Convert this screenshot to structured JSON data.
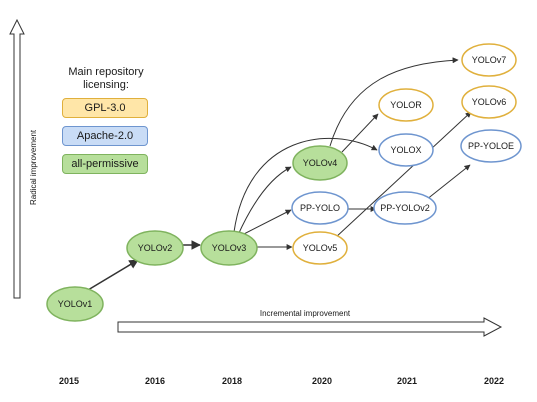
{
  "legend": {
    "title": "Main repository licensing:",
    "items": [
      {
        "label": "GPL-3.0",
        "fill": "#ffe6a8",
        "stroke": "#e0b03c"
      },
      {
        "label": "Apache-2.0",
        "fill": "#c9dcf6",
        "stroke": "#6e95cf"
      },
      {
        "label": "all-permissive",
        "fill": "#b7df9b",
        "stroke": "#7fb35e"
      }
    ]
  },
  "axes": {
    "vertical_label": "Radical improvement",
    "horizontal_label": "Incremental improvement"
  },
  "years": [
    "2015",
    "2016",
    "2018",
    "2020",
    "2021",
    "2022"
  ],
  "models": {
    "yolov1": "YOLOv1",
    "yolov2": "YOLOv2",
    "yolov3": "YOLOv3",
    "yolov4": "YOLOv4",
    "ppyolo": "PP-YOLO",
    "yolov5": "YOLOv5",
    "yolor": "YOLOR",
    "yolox": "YOLOX",
    "ppyolov2": "PP-YOLOv2",
    "yolov7": "YOLOv7",
    "yolov6": "YOLOv6",
    "ppyoloe": "PP-YOLOE"
  },
  "colors": {
    "gpl": "#e0b03c",
    "apache": "#6e95cf",
    "permissive_fill": "#b7df9b",
    "permissive_stroke": "#7fb35e"
  }
}
